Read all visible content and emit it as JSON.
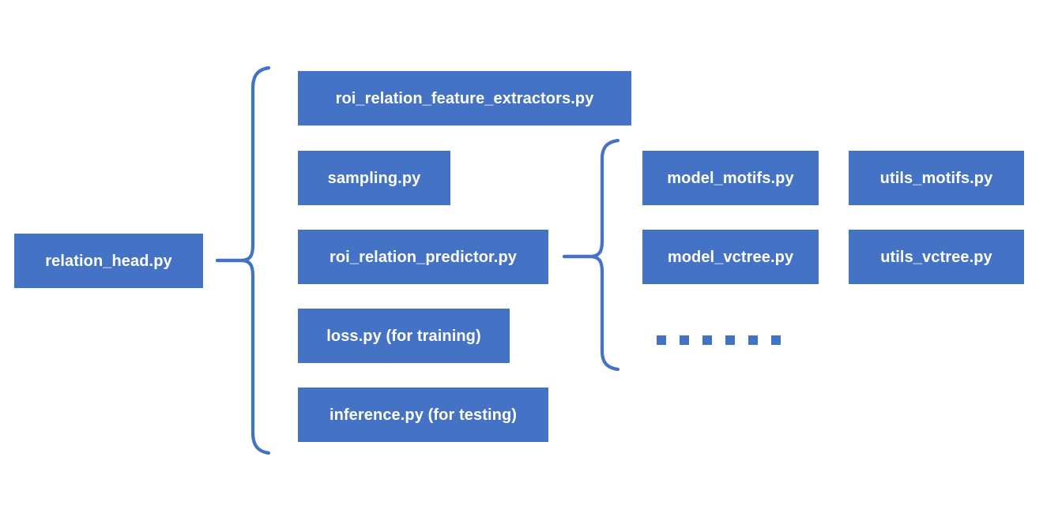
{
  "diagram": {
    "title": "relation_head.py module structure",
    "colors": {
      "box_fill": "#4472C4",
      "box_text": "#FFFFFF",
      "connector": "#4472C4",
      "background": "#FFFFFF"
    },
    "root": {
      "label": "relation_head.py"
    },
    "level1": {
      "items": [
        {
          "label": "roi_relation_feature_extractors.py"
        },
        {
          "label": "sampling.py"
        },
        {
          "label": "roi_relation_predictor.py"
        },
        {
          "label": "loss.py (for training)"
        },
        {
          "label": "inference.py (for testing)"
        }
      ]
    },
    "level2": {
      "model_column": [
        {
          "label": "model_motifs.py"
        },
        {
          "label": "model_vctree.py"
        }
      ],
      "utils_column": [
        {
          "label": "utils_motifs.py"
        },
        {
          "label": "utils_vctree.py"
        }
      ],
      "ellipsis": {
        "name": "more-items-ellipsis",
        "count": 6
      }
    },
    "connectors": [
      {
        "name": "brace-root-to-level1"
      },
      {
        "name": "brace-predictor-to-level2"
      }
    ]
  }
}
